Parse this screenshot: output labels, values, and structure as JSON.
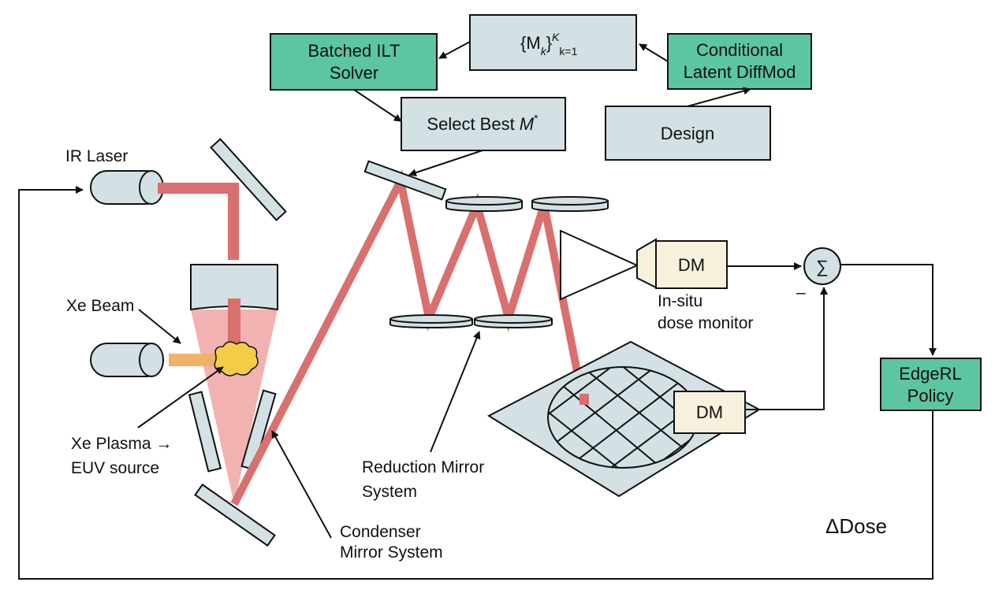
{
  "colors": {
    "green_box": "#5cc6a0",
    "grey_box": "#d3e0e4",
    "cream_box": "#f6f0dc",
    "beam": "#d9706e",
    "cone": "#eea5a3",
    "xe_beam": "#f0b26a",
    "plasma": "#f3cd48",
    "mirror": "#d3e0e4"
  },
  "boxes": {
    "ilt_solver": [
      "Batched ILT",
      "Solver"
    ],
    "mk_set": {
      "open": "{M",
      "sub": "k",
      "close": "}",
      "sup": "K",
      "sub2": "k=1"
    },
    "diffmod": [
      "Conditional",
      "Latent DiffMod"
    ],
    "select_best": {
      "text": "Select Best ",
      "var": "M",
      "sup": "*"
    },
    "design": "Design",
    "dm_top": "DM",
    "dm_bottom": "DM",
    "edgerl": [
      "EdgeRL",
      "Policy"
    ]
  },
  "labels": {
    "ir_laser": "IR Laser",
    "xe_beam": "Xe Beam",
    "xe_plasma": [
      "Xe Plasma →",
      "EUV source"
    ],
    "reduction": [
      "Reduction Mirror",
      "System"
    ],
    "condenser": [
      "Condenser",
      "Mirror System"
    ],
    "in_situ": [
      "In-situ",
      "dose monitor"
    ],
    "sum_symbol": "∑",
    "minus": "–",
    "delta_dose": "ΔDose"
  }
}
